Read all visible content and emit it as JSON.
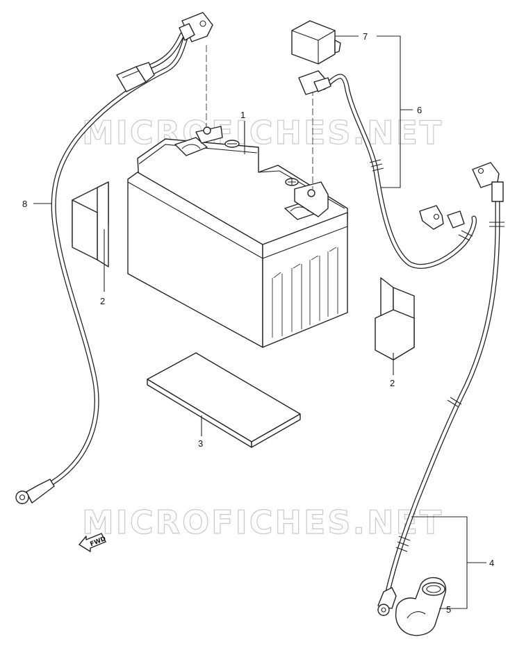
{
  "watermark": {
    "text_top": "MICROFICHES.NET",
    "text_bottom": "MICROFICHES.NET"
  },
  "direction_marker": {
    "label": "FWD",
    "icon": "fwd-arrow-icon"
  },
  "callouts": {
    "c1": "1",
    "c2_left": "2",
    "c2_right": "2",
    "c3": "3",
    "c4": "4",
    "c5": "5",
    "c6": "6",
    "c7": "7",
    "c8": "8"
  },
  "colors": {
    "ink": "#222222",
    "watermark": "#c9c9c9"
  }
}
